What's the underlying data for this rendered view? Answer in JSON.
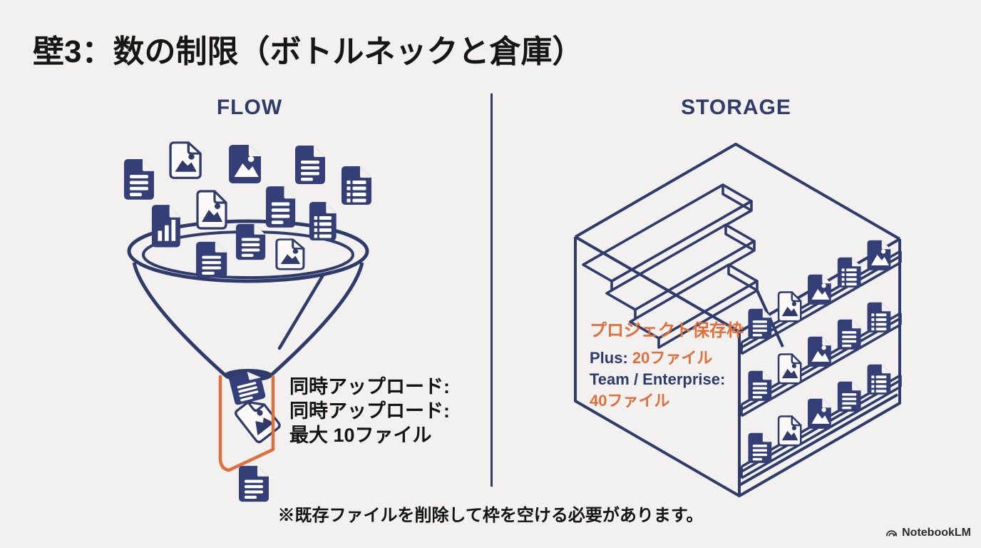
{
  "title": "壁3：数の制限（ボトルネックと倉庫）",
  "flow": {
    "label": "FLOW",
    "annotation": {
      "line1": "同時アップロード:",
      "line2": "同時アップロード:",
      "line3": "最大 10ファイル"
    }
  },
  "storage": {
    "label": "STORAGE",
    "quota_title": "プロジェクト保存枠",
    "plans": {
      "plus_label": "Plus:",
      "plus_value": "20ファイル",
      "team_label": "Team / Enterprise:",
      "team_value": "40ファイル"
    }
  },
  "footnote": "※既存ファイルを削除して枠を空ける必要があります。",
  "brand": {
    "name": "NotebookLM",
    "icon": "notebooklm-logo-icon"
  },
  "colors": {
    "navy": "#2F3B6B",
    "document_fill": "#343F77",
    "orange": "#DF6F3B",
    "background": "#F2F1EF",
    "text_black": "#161616"
  },
  "icons": {
    "left_illustration": "funnel-with-documents-illustration",
    "right_illustration": "warehouse-box-with-shelves-illustration",
    "document_types": [
      "text-document-icon",
      "image-document-icon",
      "list-document-icon",
      "chart-document-icon"
    ]
  }
}
